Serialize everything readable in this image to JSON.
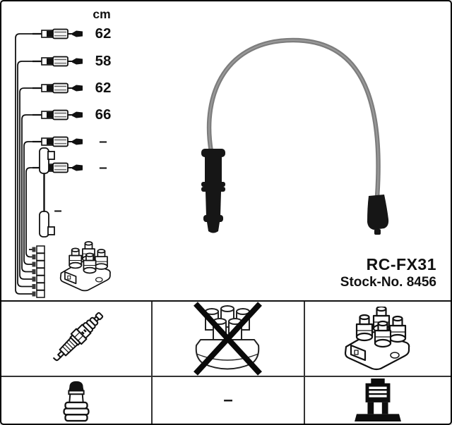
{
  "unit_header": "cm",
  "cable_rows": [
    {
      "length": "62"
    },
    {
      "length": "58"
    },
    {
      "length": "62"
    },
    {
      "length": "66"
    },
    {
      "length": "–"
    },
    {
      "length": "–"
    }
  ],
  "loose_cable": {
    "length": "–"
  },
  "product": {
    "model": "RC-FX31",
    "stock": "Stock-No. 8456"
  },
  "legend": {
    "row1": [
      {
        "icon": "spark-plug-icon"
      },
      {
        "icon": "distributor-cap-crossed-icon"
      },
      {
        "icon": "ignition-coil-pack-icon"
      }
    ],
    "row2": [
      {
        "icon": "plug-terminal-nut-icon"
      },
      {
        "label": "–"
      },
      {
        "icon": "coil-on-plug-icon"
      }
    ]
  },
  "colors": {
    "ink": "#111111",
    "wire_gray": "#7d7d7d",
    "boot_black": "#161616"
  }
}
